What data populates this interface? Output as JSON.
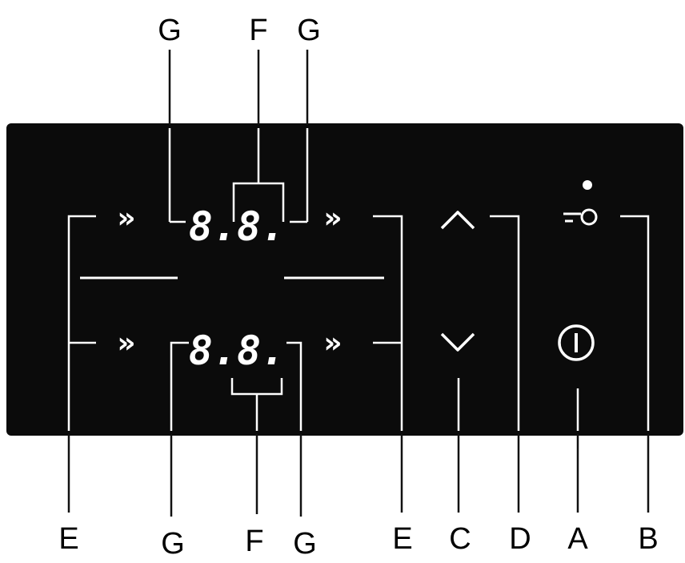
{
  "panel": {
    "background": "#0b0b0b",
    "foreground": "#ffffff"
  },
  "displays": {
    "top": "8.8.",
    "bottom": "8.8."
  },
  "controls": {
    "boost_symbol": "»",
    "up_icon": "chevron-up-icon",
    "down_icon": "chevron-down-icon",
    "lock_icon": "key-lock-icon",
    "power_icon": "power-icon"
  },
  "callouts": {
    "top": [
      "G",
      "F",
      "G"
    ],
    "bottom": [
      "E",
      "G",
      "F",
      "G",
      "E",
      "C",
      "D",
      "A",
      "B"
    ]
  }
}
